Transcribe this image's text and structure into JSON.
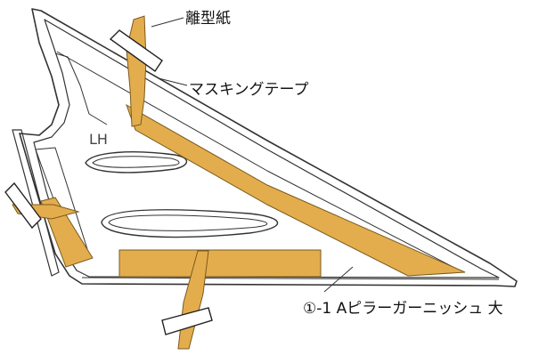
{
  "labels": {
    "release_paper": "離型紙",
    "masking_tape": "マスキングテープ",
    "side": "LH",
    "part_name": "①-1 Aピラーガーニッシュ 大"
  },
  "colors": {
    "tape": "#e3ad4e",
    "tape_edge": "#7a5a1c",
    "outline": "#333333",
    "background": "#ffffff"
  }
}
